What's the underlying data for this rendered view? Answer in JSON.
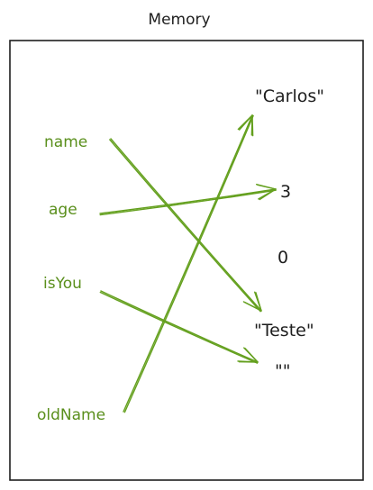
{
  "title": "Memory",
  "colors": {
    "variable": "#5a8f1c",
    "arrow": "#64a01e",
    "ink": "#1e1e1e"
  },
  "variables": [
    {
      "id": "name",
      "label": "name",
      "points_to": "teste"
    },
    {
      "id": "age",
      "label": "age",
      "points_to": "three"
    },
    {
      "id": "isYou",
      "label": "isYou",
      "points_to": "empty"
    },
    {
      "id": "oldName",
      "label": "oldName",
      "points_to": "carlos"
    }
  ],
  "values": [
    {
      "id": "carlos",
      "label": "\"Carlos\""
    },
    {
      "id": "three",
      "label": "3"
    },
    {
      "id": "zero",
      "label": "0"
    },
    {
      "id": "teste",
      "label": "\"Teste\""
    },
    {
      "id": "empty",
      "label": "\"\""
    }
  ]
}
